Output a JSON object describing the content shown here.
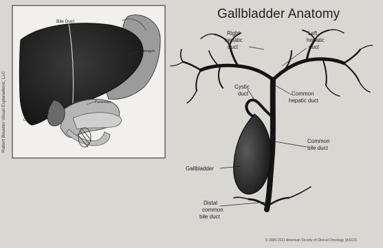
{
  "title": "Gallbladder Anatomy",
  "inset": {
    "credit": "Robert Bowdler Visual Explanations, LLC",
    "labels": {
      "bile_duct": "Bile Duct",
      "stomach": "Stomach",
      "pancreas": "Pancreas",
      "gallbladder": "Gallbladder"
    }
  },
  "main_labels": {
    "right_hepatic": [
      "Right",
      "hepatic",
      "duct"
    ],
    "left_hepatic": [
      "Left",
      "hepatic",
      "duct"
    ],
    "cystic": [
      "Cystic",
      "duct"
    ],
    "common_hepatic": [
      "Common",
      "hepatic duct"
    ],
    "common_bile": [
      "Common",
      "bile duct"
    ],
    "gallbladder": "Gallbladder",
    "distal": [
      "Distal",
      "common",
      "bile duct"
    ]
  },
  "copyright": "© 2005-2011 American Society of Clinical Oncology (ASCO)",
  "background_text": [
    "",
    "",
    "",
    "",
    "",
    ""
  ]
}
